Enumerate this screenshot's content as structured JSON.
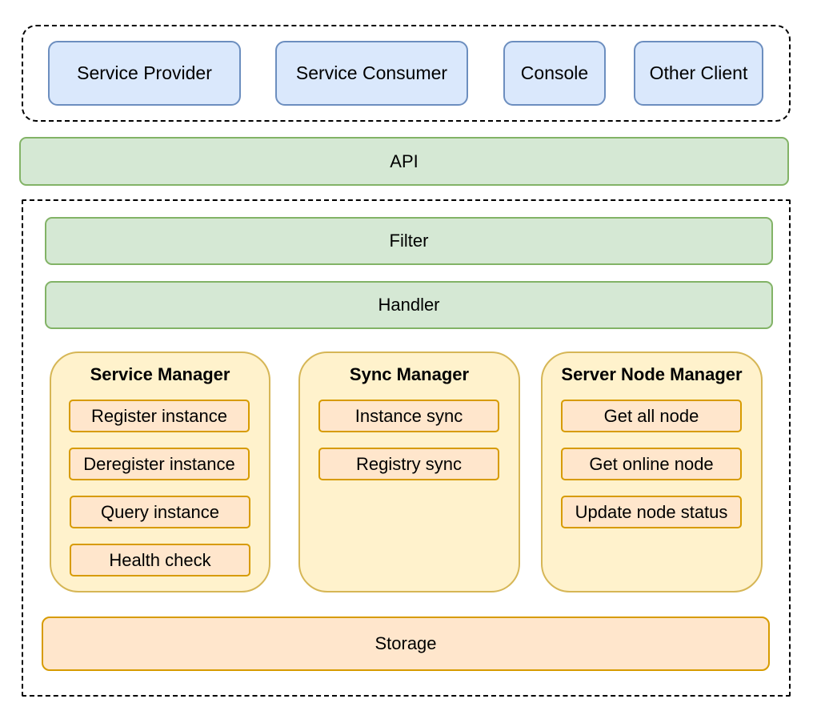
{
  "clients": [
    "Service Provider",
    "Service Consumer",
    "Console",
    "Other Client"
  ],
  "api_label": "API",
  "filter_label": "Filter",
  "handler_label": "Handler",
  "managers": [
    {
      "title": "Service Manager",
      "items": [
        "Register instance",
        "Deregister instance",
        "Query instance",
        "Health check"
      ]
    },
    {
      "title": "Sync Manager",
      "items": [
        "Instance sync",
        "Registry sync"
      ]
    },
    {
      "title": "Server Node Manager",
      "items": [
        "Get all node",
        "Get online node",
        "Update node status"
      ]
    }
  ],
  "storage_label": "Storage",
  "colors": {
    "client_fill": "#dae8fc",
    "client_stroke": "#6c8ebf",
    "layer_fill": "#d5e8d4",
    "layer_stroke": "#82b366",
    "manager_fill": "#fff2cc",
    "manager_stroke": "#d6b656",
    "item_fill": "#ffe6cc",
    "item_stroke": "#d79b00"
  }
}
